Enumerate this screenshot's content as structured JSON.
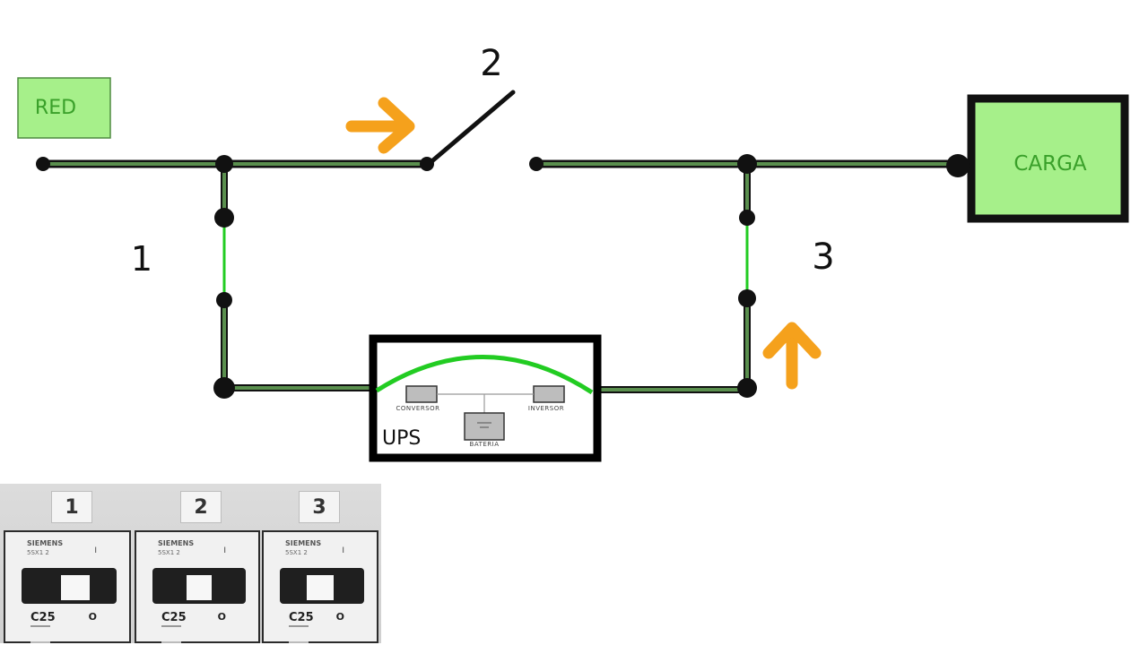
{
  "labels": {
    "red": "RED",
    "carga": "CARGA",
    "ups": "UPS",
    "conversor": "CONVERSOR",
    "inversor": "INVERSOR",
    "bateria": "BATERIA",
    "branch_1": "1",
    "branch_2": "2",
    "branch_3": "3"
  },
  "photo": {
    "cards": [
      "1",
      "2",
      "3"
    ],
    "breakers": [
      {
        "brand": "SIEMENS",
        "model": "5SX1 2",
        "on": "I",
        "rating": "C25",
        "off": "O"
      },
      {
        "brand": "SIEMENS",
        "model": "5SX1 2",
        "on": "I",
        "rating": "C25",
        "off": "O"
      },
      {
        "brand": "SIEMENS",
        "model": "5SX1 2",
        "on": "I",
        "rating": "C25",
        "off": "O"
      }
    ]
  },
  "colors": {
    "wire": "#5a8f4e",
    "active_wire": "#22cc22",
    "node": "#111111",
    "box_fill": "#a6f08a",
    "box_text": "#3aa02a",
    "arrow": "#f5a11c",
    "ups_border": "#000000"
  },
  "icons": {
    "arrow_right": "arrow-right-icon",
    "arrow_up": "arrow-up-icon"
  }
}
